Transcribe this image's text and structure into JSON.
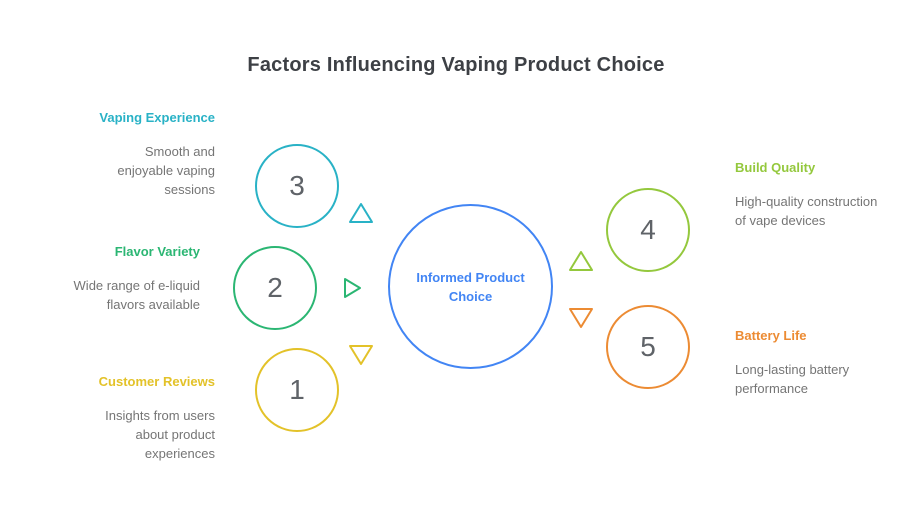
{
  "title": "Factors Influencing Vaping Product Choice",
  "center": {
    "label": "Informed Product Choice",
    "color": "#4285f4"
  },
  "factors": [
    {
      "number": "1",
      "label": "Customer Reviews",
      "description": "Insights from users about product experiences",
      "color": "#e3c229"
    },
    {
      "number": "2",
      "label": "Flavor Variety",
      "description": "Wide range of e-liquid flavors available",
      "color": "#2bb673"
    },
    {
      "number": "3",
      "label": "Vaping Experience",
      "description": "Smooth and enjoyable vaping sessions",
      "color": "#29b2c6"
    },
    {
      "number": "4",
      "label": "Build Quality",
      "description": "High-quality construction of vape devices",
      "color": "#94c83d"
    },
    {
      "number": "5",
      "label": "Battery Life",
      "description": "Long-lasting battery performance",
      "color": "#ec8b33"
    }
  ]
}
